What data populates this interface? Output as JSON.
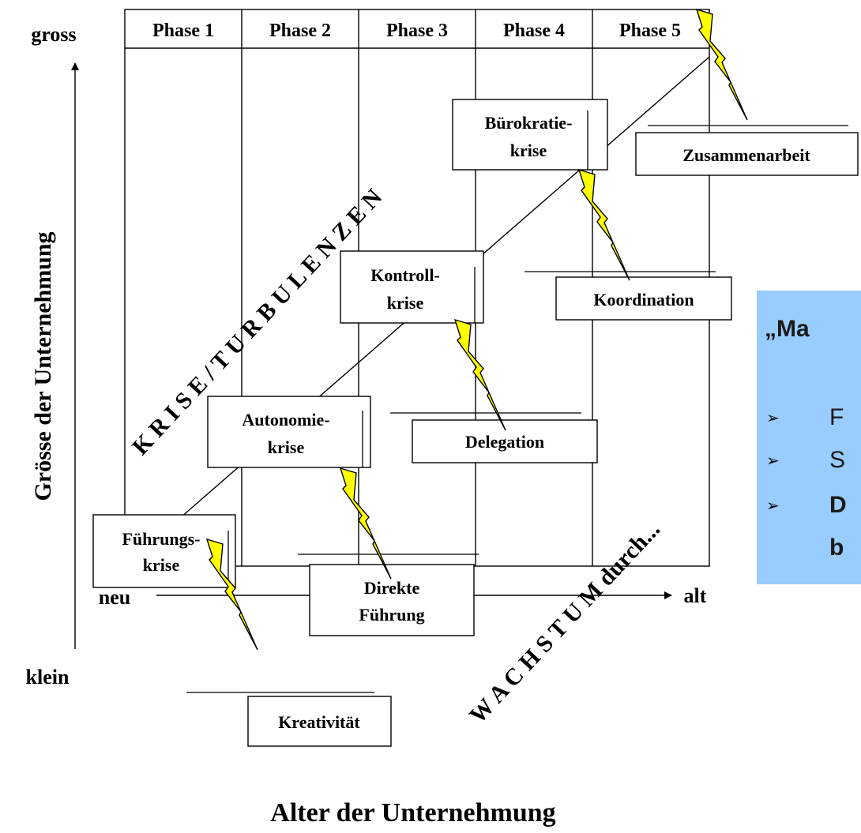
{
  "colors": {
    "lightning_fill": "#ffff00",
    "lightning_stroke": "#000000",
    "panel_fill": "#99ccff",
    "panel_text": "#1a1a1a"
  },
  "phases": [
    "Phase 1",
    "Phase 2",
    "Phase 3",
    "Phase 4",
    "Phase 5"
  ],
  "y_axis": {
    "top_label": "gross",
    "bottom_label": "klein",
    "title": "Grösse der Unternehmung"
  },
  "x_axis": {
    "left_label": "neu",
    "right_label": "alt",
    "title": "Alter der Unternehmung"
  },
  "diagonal_labels": {
    "crisis": "K R I S E / T U R B U L E N Z E N",
    "growth": "W A C H S T U M  durch..."
  },
  "crisis_boxes": [
    {
      "line1": "Führungs-",
      "line2": "krise"
    },
    {
      "line1": "Autonomie-",
      "line2": "krise"
    },
    {
      "line1": "Kontroll-",
      "line2": "krise"
    },
    {
      "line1": "Bürokratie-",
      "line2": "krise"
    }
  ],
  "growth_boxes": [
    {
      "line1": "Kreativität",
      "line2": ""
    },
    {
      "line1": "Direkte",
      "line2": "Führung"
    },
    {
      "line1": "Delegation",
      "line2": ""
    },
    {
      "line1": "Koordination",
      "line2": ""
    },
    {
      "line1": "Zusammenarbeit",
      "line2": ""
    }
  ],
  "side_panel": {
    "title": "„Ma",
    "items": [
      "F",
      "S",
      "D"
    ],
    "continuation": "b"
  }
}
